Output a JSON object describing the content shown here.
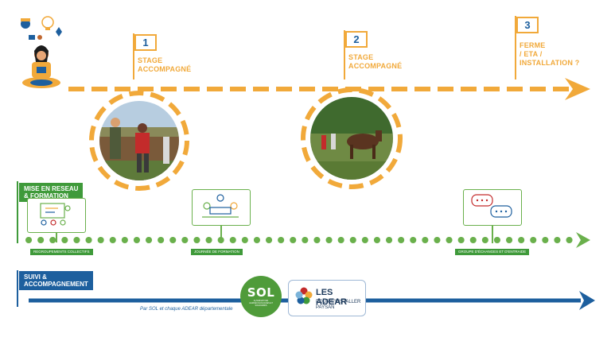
{
  "stages": [
    {
      "number": "1",
      "label_line1": "STAGE",
      "label_line2": "ACCOMPAGNÉ",
      "label_line3": ""
    },
    {
      "number": "2",
      "label_line1": "STAGE",
      "label_line2": "ACCOMPAGNÉ",
      "label_line3": ""
    },
    {
      "number": "3",
      "label_line1": "FERME",
      "label_line2": "/ ETA /",
      "label_line3": "INSTALLATION ?"
    }
  ],
  "network_track": {
    "badge_line1": "MISE EN RESEAU",
    "badge_line2": "& FORMATION",
    "items": [
      {
        "caption": "REGROUPEMENTS COLLECTIFS"
      },
      {
        "caption": "JOURNÉE DE FORMATION"
      },
      {
        "caption": "GROUPE D'ÉCHANGES ET D'ENTRAIDE"
      }
    ]
  },
  "support_track": {
    "badge_line1": "SUIVI &",
    "badge_line2": "ACCOMPAGNEMENT",
    "caption": "Par SOL et chaque ADEAR départementale"
  },
  "sol_logo": {
    "word": "SOL",
    "subtitle": "ALTERNATIVES AGROÉCOLOGIQUES ET SOLIDAIRES"
  },
  "adear_logo": {
    "main": "LES ADEAR",
    "sub_line1": "POUR S'INSTALLER",
    "sub_line2": "PAYSAN"
  },
  "colors": {
    "orange": "#f1a93a",
    "green": "#3f9a3a",
    "blue": "#1d5f9e"
  },
  "icons": [
    "farmer-illustration",
    "whiteboard-group-icon",
    "meeting-table-icon",
    "chat-bubbles-icon"
  ]
}
